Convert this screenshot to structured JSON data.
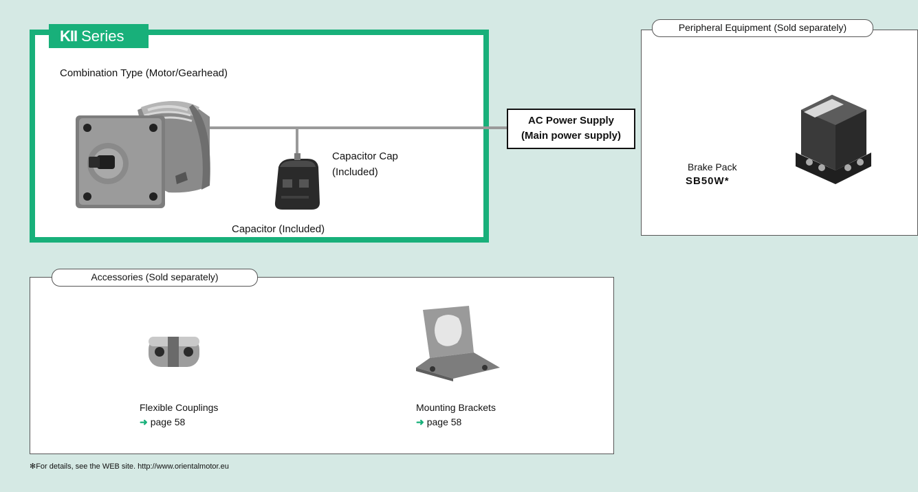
{
  "series": {
    "brand": "KII",
    "label": "Series"
  },
  "combination": {
    "title": "Combination Type (Motor/Gearhead)"
  },
  "capacitor_cap": {
    "line1": "Capacitor Cap",
    "line2": "(Included)"
  },
  "capacitor": {
    "label": "Capacitor (Included)"
  },
  "power": {
    "line1": "AC Power Supply",
    "line2": "(Main power supply)"
  },
  "peripheral": {
    "title": "Peripheral Equipment (Sold separately)",
    "brake_label": "Brake Pack",
    "brake_model": "SB50W",
    "brake_mark": "*"
  },
  "accessories": {
    "title": "Accessories (Sold separately)",
    "items": [
      {
        "name": "Flexible Couplings",
        "arrow": "➜",
        "page": "page 58"
      },
      {
        "name": "Mounting Brackets",
        "arrow": "➜",
        "page": "page 58"
      }
    ]
  },
  "footnote": "✻For details, see the WEB site. http://www.orientalmotor.eu",
  "colors": {
    "background": "#d5e9e4",
    "accent": "#18b07a"
  }
}
